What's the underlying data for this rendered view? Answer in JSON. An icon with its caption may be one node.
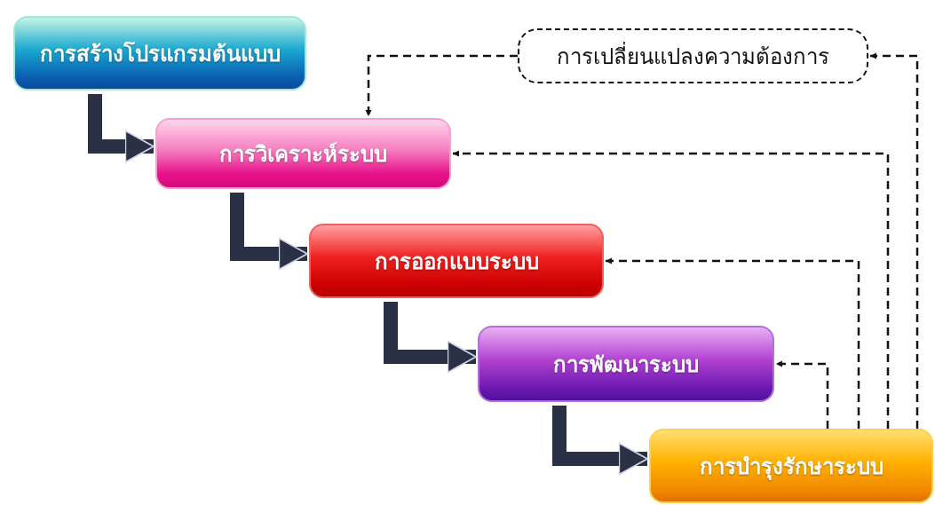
{
  "diagram": {
    "nodes": [
      {
        "text": [
          "การสร้างโปรแกรมต้นแบบ"
        ]
      },
      {
        "text": [
          "การเปลี่ยนแปลงความต้องการ"
        ]
      },
      {
        "text": [
          "การวิเคราะห์ระบบ"
        ]
      },
      {
        "text": [
          "การออกแบบระบบ"
        ]
      },
      {
        "text": [
          "การพัฒนาระบบ"
        ]
      },
      {
        "text": [
          "การบำรุงรักษาระบบ"
        ]
      }
    ],
    "edges": [
      {
        "from": 0,
        "to": 2,
        "arrow": "to",
        "style": "thick"
      },
      {
        "from": 2,
        "to": 3,
        "arrow": "to",
        "style": "thick"
      },
      {
        "from": 3,
        "to": 4,
        "arrow": "to",
        "style": "thick"
      },
      {
        "from": 4,
        "to": 5,
        "arrow": "to",
        "style": "thick"
      },
      {
        "from": 1,
        "to": 2,
        "arrow": "to",
        "style": "dashed"
      },
      {
        "from": 5,
        "to": 1,
        "arrow": "to",
        "style": "dashed"
      },
      {
        "from": 5,
        "to": 2,
        "arrow": "to",
        "style": "dashed"
      },
      {
        "from": 5,
        "to": 3,
        "arrow": "to",
        "style": "dashed"
      },
      {
        "from": 5,
        "to": 4,
        "arrow": "to",
        "style": "dashed"
      }
    ]
  }
}
